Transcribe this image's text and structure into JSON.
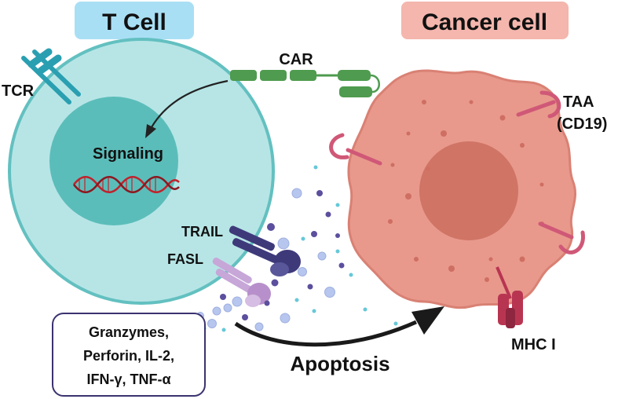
{
  "titles": {
    "t_cell": "T Cell",
    "cancer_cell": "Cancer cell"
  },
  "labels": {
    "tcr": "TCR",
    "car": "CAR",
    "signaling": "Signaling",
    "trail": "TRAIL",
    "fasl": "FASL",
    "taa_line1": "TAA",
    "taa_line2": "(CD19)",
    "mhc": "MHC I",
    "apoptosis": "Apoptosis"
  },
  "cytokines": {
    "lines": [
      "Granzymes,",
      "Perforin, IL-2,",
      "IFN-γ, TNF-α"
    ]
  },
  "colors": {
    "t_cell_badge": "#a9dff5",
    "cancer_badge": "#f4b6ad",
    "t_cell_body": "#b7e5e6",
    "t_cell_border": "#63c0c0",
    "nucleus": "#5bbdba",
    "cancer_body": "#e8998c",
    "cancer_border": "#d98174",
    "cancer_nucleus": "#d07465",
    "car_green": "#4f9b4f",
    "tcr_teal": "#2a9fb1",
    "dna_red": "#c0222c",
    "trail_purple": "#3e3a7a",
    "fasl_lilac": "#c7a6d8",
    "receptor_pink": "#d05877",
    "mhc_crimson": "#b83552"
  }
}
